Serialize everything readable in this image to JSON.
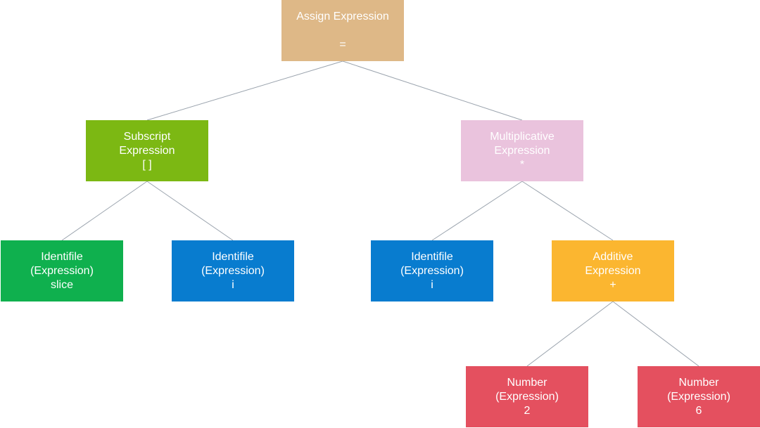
{
  "nodes": {
    "assign": {
      "line1": "Assign Expression",
      "line2": "",
      "op": "=",
      "color": "#deb887"
    },
    "subscript": {
      "line1": "Subscript",
      "line2": "Expression",
      "op": "[ ]",
      "color": "#7cb813"
    },
    "mult": {
      "line1": "Multiplicative",
      "line2": "Expression",
      "op": "*",
      "color": "#eac3dd"
    },
    "slice": {
      "line1": "Identifile",
      "line2": "(Expression)",
      "op": "slice",
      "color": "#0fb04e"
    },
    "i1": {
      "line1": "Identifile",
      "line2": "(Expression)",
      "op": "i",
      "color": "#087ccf"
    },
    "i2": {
      "line1": "Identifile",
      "line2": "(Expression)",
      "op": "i",
      "color": "#087ccf"
    },
    "add": {
      "line1": "Additive",
      "line2": "Expression",
      "op": "+",
      "color": "#fbb630"
    },
    "two": {
      "line1": "Number",
      "line2": "(Expression)",
      "op": "2",
      "color": "#e4505f"
    },
    "six": {
      "line1": "Number",
      "line2": "(Expression)",
      "op": "6",
      "color": "#e4505f"
    }
  },
  "edges": [
    [
      "assign",
      "subscript"
    ],
    [
      "assign",
      "mult"
    ],
    [
      "subscript",
      "slice"
    ],
    [
      "subscript",
      "i1"
    ],
    [
      "mult",
      "i2"
    ],
    [
      "mult",
      "add"
    ],
    [
      "add",
      "two"
    ],
    [
      "add",
      "six"
    ]
  ]
}
